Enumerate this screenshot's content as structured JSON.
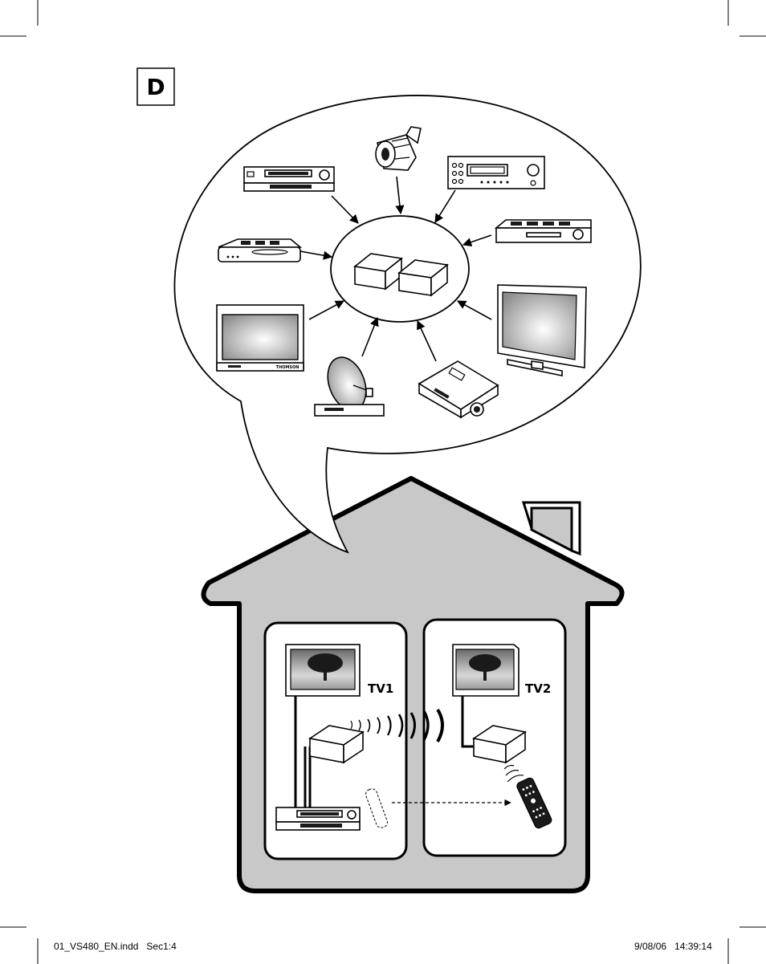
{
  "panel_label": "D",
  "tv1_label": "TV1",
  "tv2_label": "TV2",
  "tv_brand": "THOMSON",
  "footer": {
    "file_info": "01_VS480_EN.indd   Sec1:4",
    "timestamp": "9/08/06   14:39:14"
  },
  "icons": {
    "hub": "wireless-sender-receiver-pair-icon",
    "vcr": "vcr-icon",
    "camcorder": "camcorder-icon",
    "receiver": "av-receiver-icon",
    "dvd": "dvd-player-icon",
    "settop": "set-top-box-icon",
    "crt_tv": "crt-tv-icon",
    "flat_tv": "flat-screen-tv-icon",
    "satellite": "satellite-dish-icon",
    "projector": "video-projector-icon",
    "remote": "remote-control-icon"
  }
}
